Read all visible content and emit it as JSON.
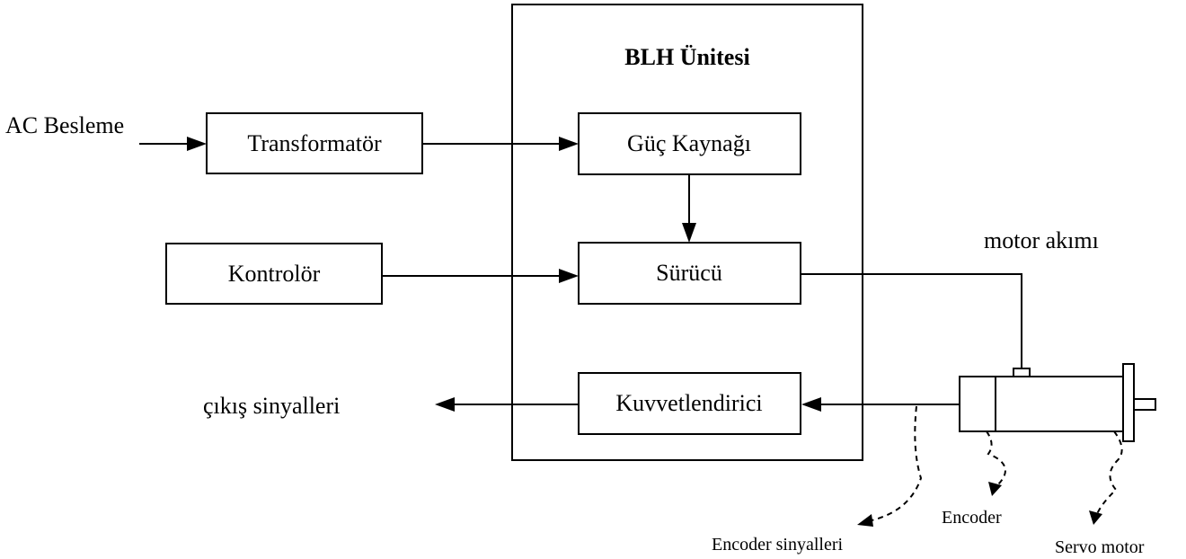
{
  "diagram": {
    "unit_title": "BLH Ünitesi",
    "input_label": "AC Besleme",
    "blocks": {
      "transformer": "Transformatör",
      "controller": "Kontrolör",
      "power_supply": "Güç Kaynağı",
      "driver": "Sürücü",
      "amplifier": "Kuvvetlendirici"
    },
    "labels": {
      "motor_current": "motor akımı",
      "output_signals": "çıkış sinyalleri",
      "encoder_signals": "Encoder sinyalleri",
      "encoder": "Encoder",
      "servo_motor": "Servo motor"
    }
  }
}
